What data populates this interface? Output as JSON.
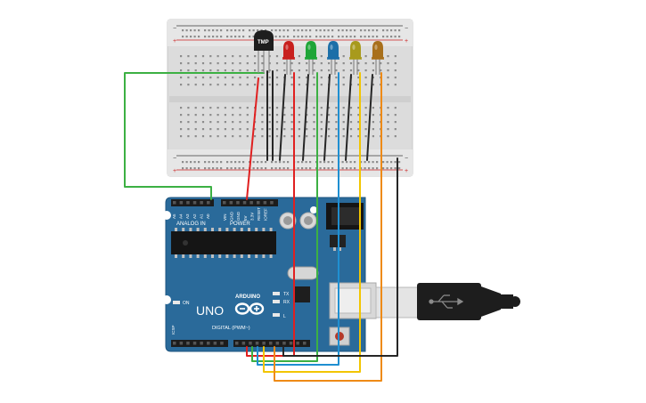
{
  "circuit": {
    "sensor": {
      "label": "TMP"
    },
    "leds": [
      {
        "color": "#c8201e"
      },
      {
        "color": "#1fa538"
      },
      {
        "color": "#1c6fa8"
      },
      {
        "color": "#a89a1c"
      },
      {
        "color": "#a8701c"
      }
    ],
    "breadboard": {
      "plus": "+",
      "minus": "−"
    },
    "arduino": {
      "brand": "ARDUINO",
      "model": "UNO",
      "analog_header": "ANALOG IN",
      "power_header": "POWER",
      "digital_header": "DIGITAL (PWM~)",
      "analog_pins": [
        "A5",
        "A4",
        "A3",
        "A2",
        "A1",
        "A0"
      ],
      "power_pins": [
        "VIN",
        "GND",
        "GND",
        "5V",
        "3.3V",
        "RESET",
        "IOREF"
      ],
      "led_labels": [
        "L",
        "TX",
        "RX"
      ],
      "on_label": "ON",
      "icsp_label": "ICSP"
    },
    "wire_colors": {
      "red": "#e02020",
      "green": "#3cb043",
      "blue": "#1f8fd1",
      "yellow": "#f2c500",
      "orange": "#ee8a16",
      "black": "#262626"
    }
  }
}
